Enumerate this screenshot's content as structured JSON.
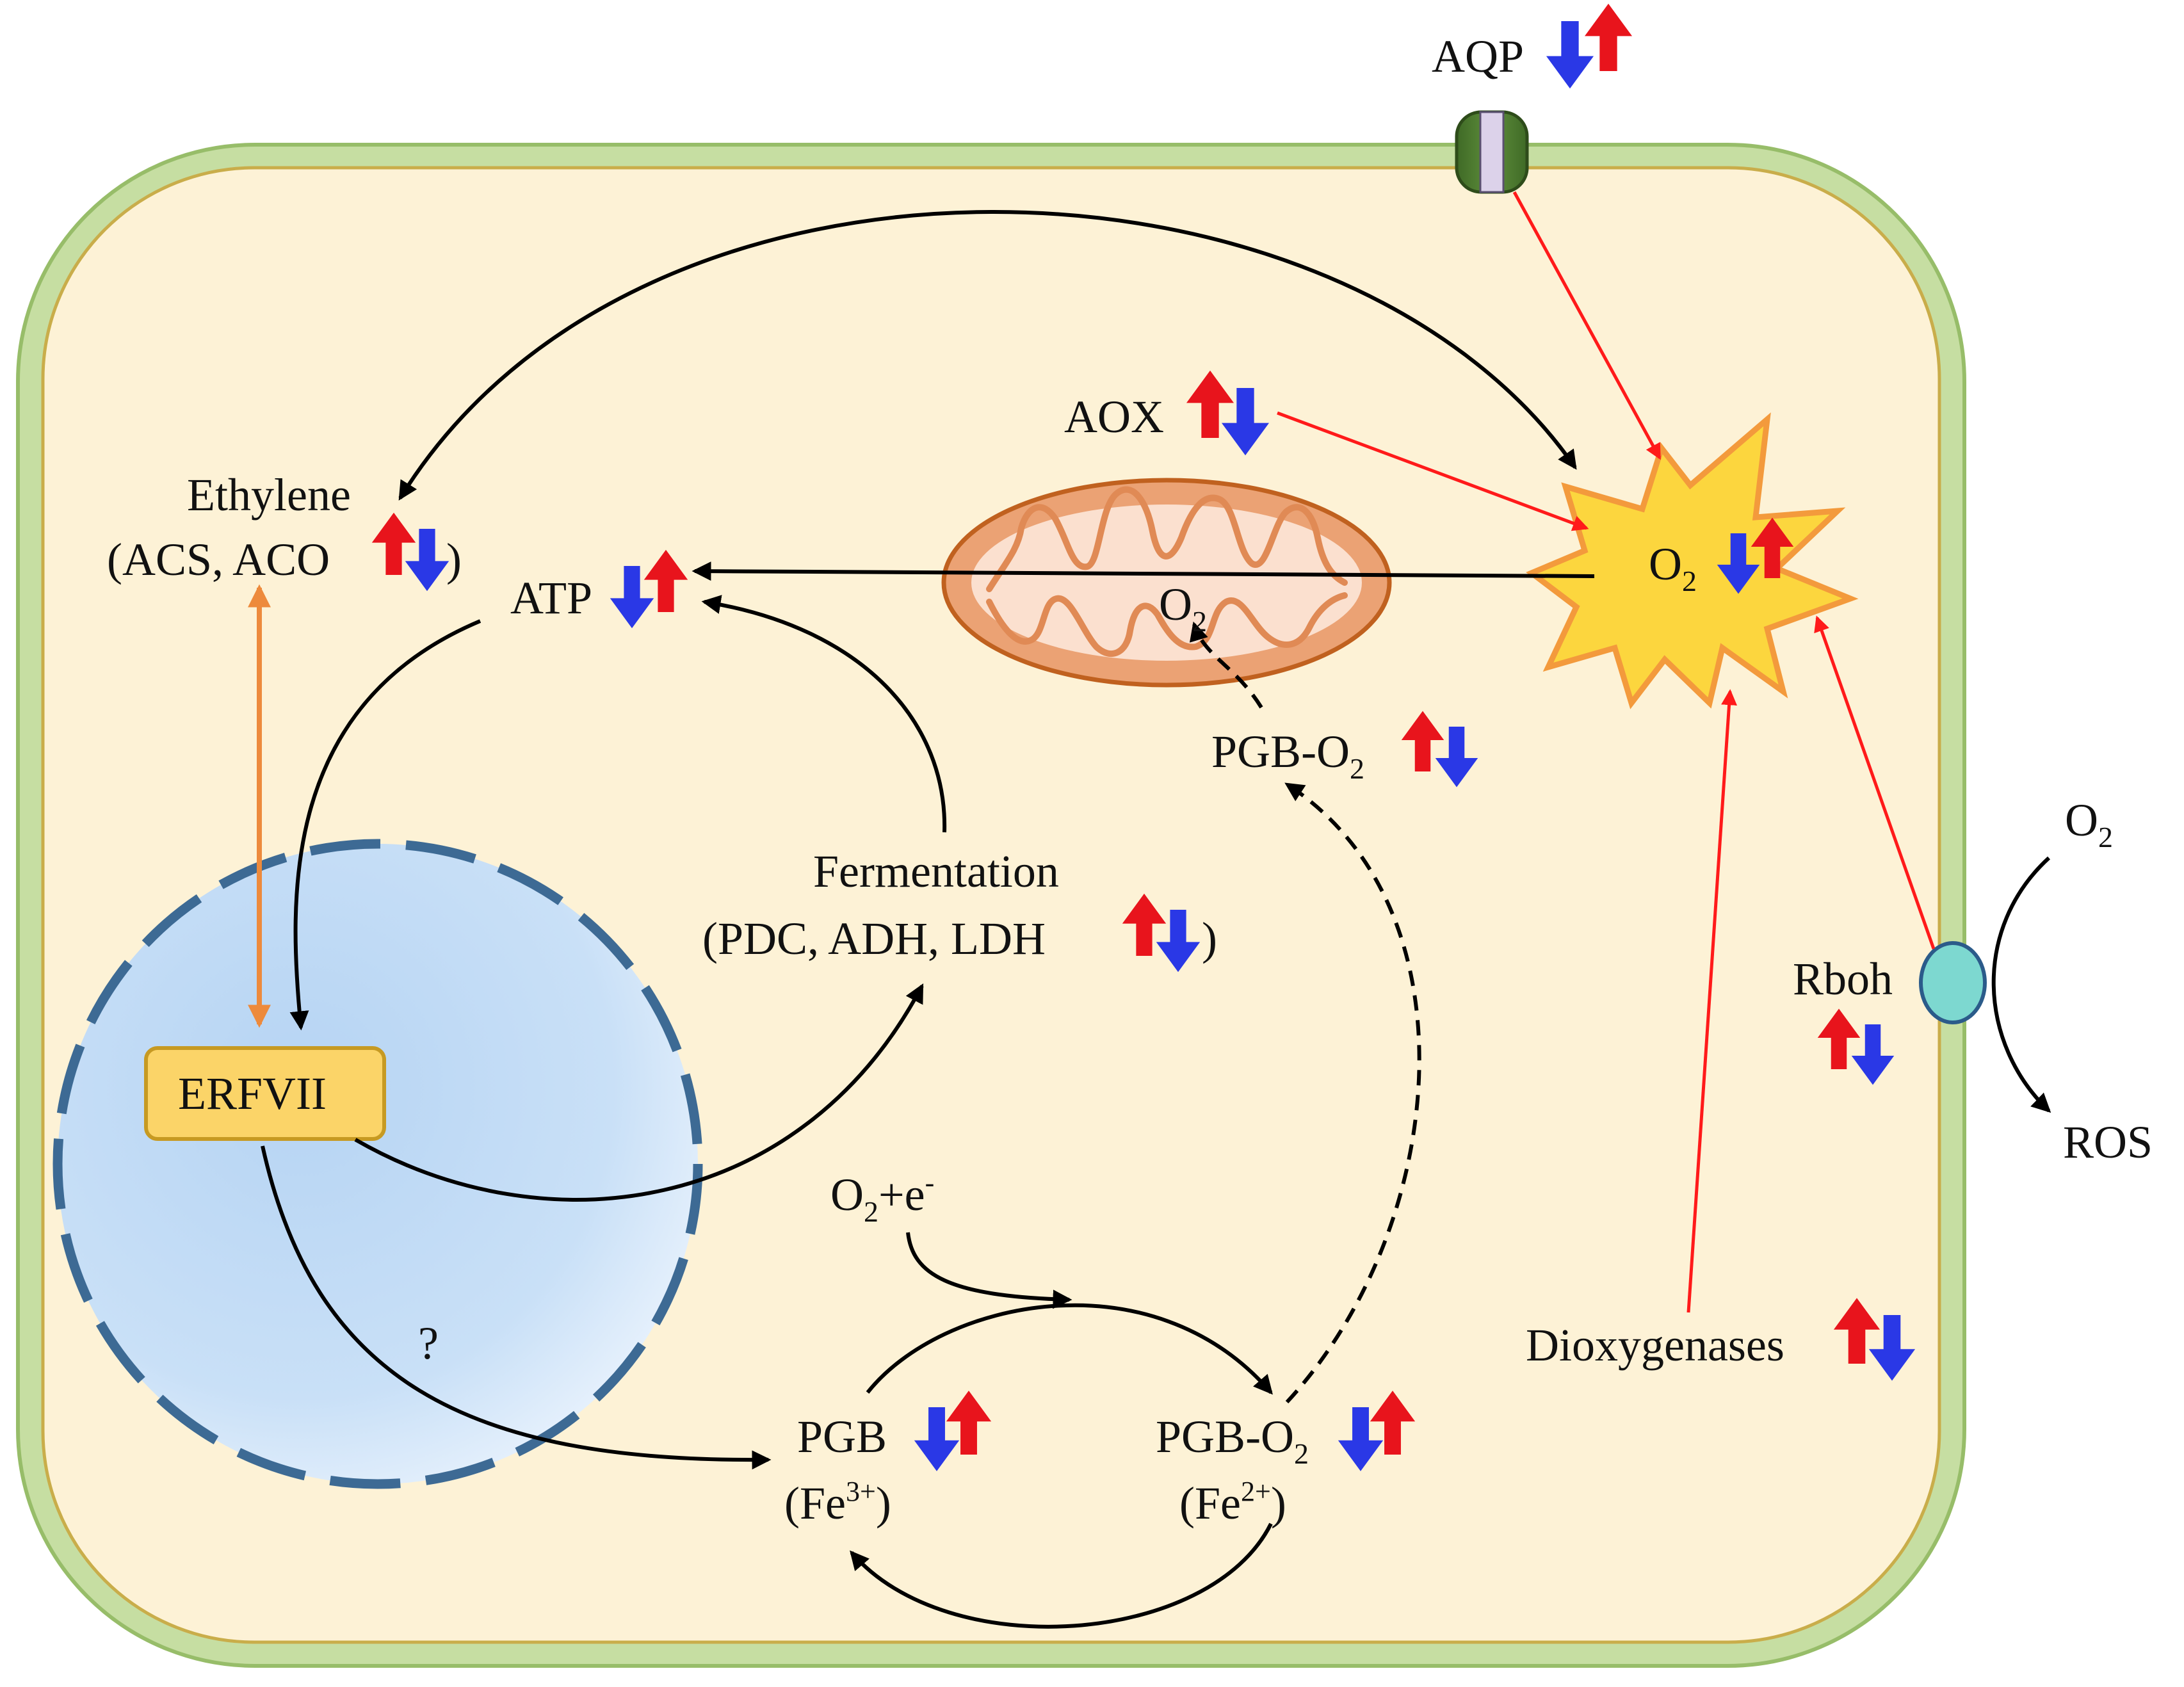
{
  "labels": {
    "aqp": "AQP",
    "aox": "AOX",
    "ethylene": "Ethylene",
    "ethylene_genes": "(ACS, ACO",
    "close_paren": ")",
    "atp": "ATP",
    "o2_base": "O",
    "o2_sub": "2",
    "fermentation": "Fermentation",
    "fermentation_genes": "(PDC, ADH, LDH",
    "pgb_o2_base": "PGB-O",
    "erfvii": "ERFVII",
    "question": "?",
    "o2e_plus": "+e",
    "o2e_sup": "-",
    "pgb": "PGB",
    "fe3_open": "(Fe",
    "fe3_sup": "3+",
    "fe2_sup": "2+",
    "rboh": "Rboh",
    "ros": "ROS",
    "dioxygenases": "Dioxygenases"
  },
  "colors": {
    "up_arrow": "#e8141c",
    "down_arrow": "#2a38e6",
    "red_path": "#ff1a1a",
    "orange_path": "#ed8a3c",
    "cell_wall": "#c6dea2",
    "cytoplasm": "#fdf2d6",
    "nucleus": "#c4dcf5",
    "erfvii_box": "#fbd468"
  },
  "icons": {
    "aqp_channel": "aquaporin-channel-icon",
    "mitochondrion": "mitochondrion-icon",
    "o2_burst": "starburst-icon",
    "rboh_protein": "rboh-protein-icon"
  }
}
